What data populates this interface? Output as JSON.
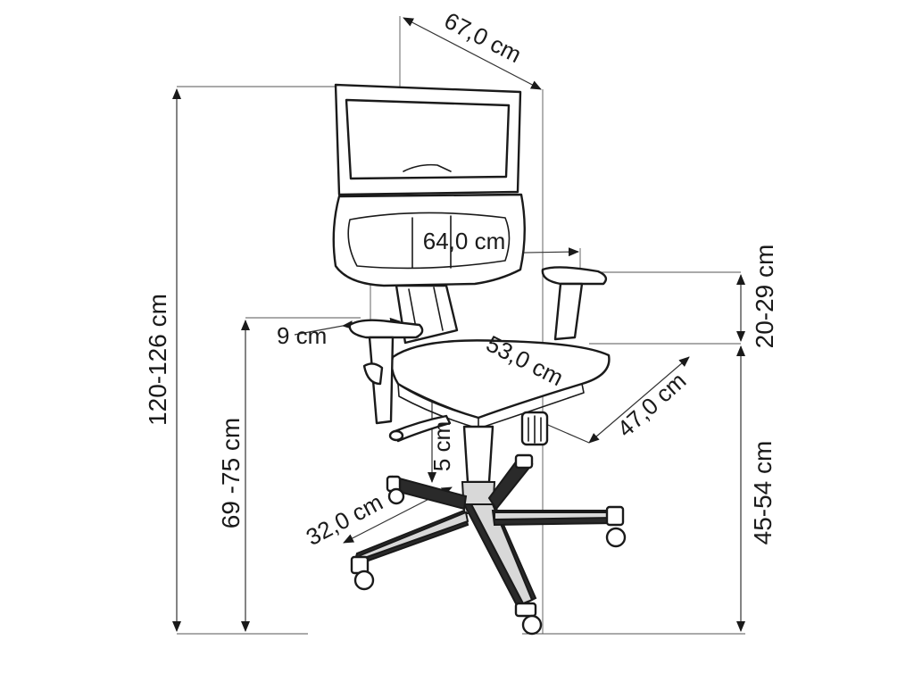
{
  "dimensions": {
    "total_height": "120-126 cm",
    "seat_height": "69 -75 cm",
    "armrest_to_floor": "45-54 cm",
    "armrest_height": "20-29 cm",
    "total_width": "67,0 cm",
    "backrest_width": "64,0 cm",
    "armrest_width": "9 cm",
    "seat_width": "53,0 cm",
    "seat_depth": "47,0 cm",
    "seat_adjust": "5 cm",
    "base_radius": "32,0 cm"
  }
}
